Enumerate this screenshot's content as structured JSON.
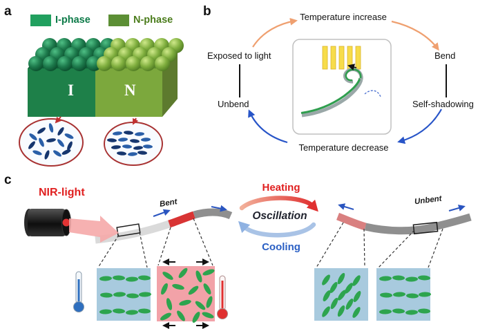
{
  "panel_a": {
    "label": "a",
    "legend": [
      {
        "label": "I-phase",
        "color": "#21a05f"
      },
      {
        "label": "N-phase",
        "color": "#5c8f35"
      }
    ],
    "block": {
      "i_label": "I",
      "n_label": "N"
    }
  },
  "panel_b": {
    "label": "b",
    "cycle": {
      "top": "Temperature increase",
      "left_top": "Exposed to light",
      "right_top": "Bend",
      "left_bottom": "Unbend",
      "right_bottom": "Self-shadowing",
      "bottom": "Temperature decrease"
    }
  },
  "panel_c": {
    "label": "c",
    "nir_label": "NIR-light",
    "bent_label": "Bent",
    "unbent_label": "Unbent",
    "cycle": {
      "heating": "Heating",
      "oscillation": "Oscillation",
      "cooling": "Cooling"
    }
  },
  "colors": {
    "heating_red": "#e02020",
    "cooling_blue": "#2a5fc4",
    "nir_red": "#e02020",
    "mesogen_green": "#2da44e",
    "mesogen_blue": "#2a5fa8",
    "cold_inset_bg": "#a8cade",
    "hot_inset_bg": "#f2a2a8"
  }
}
